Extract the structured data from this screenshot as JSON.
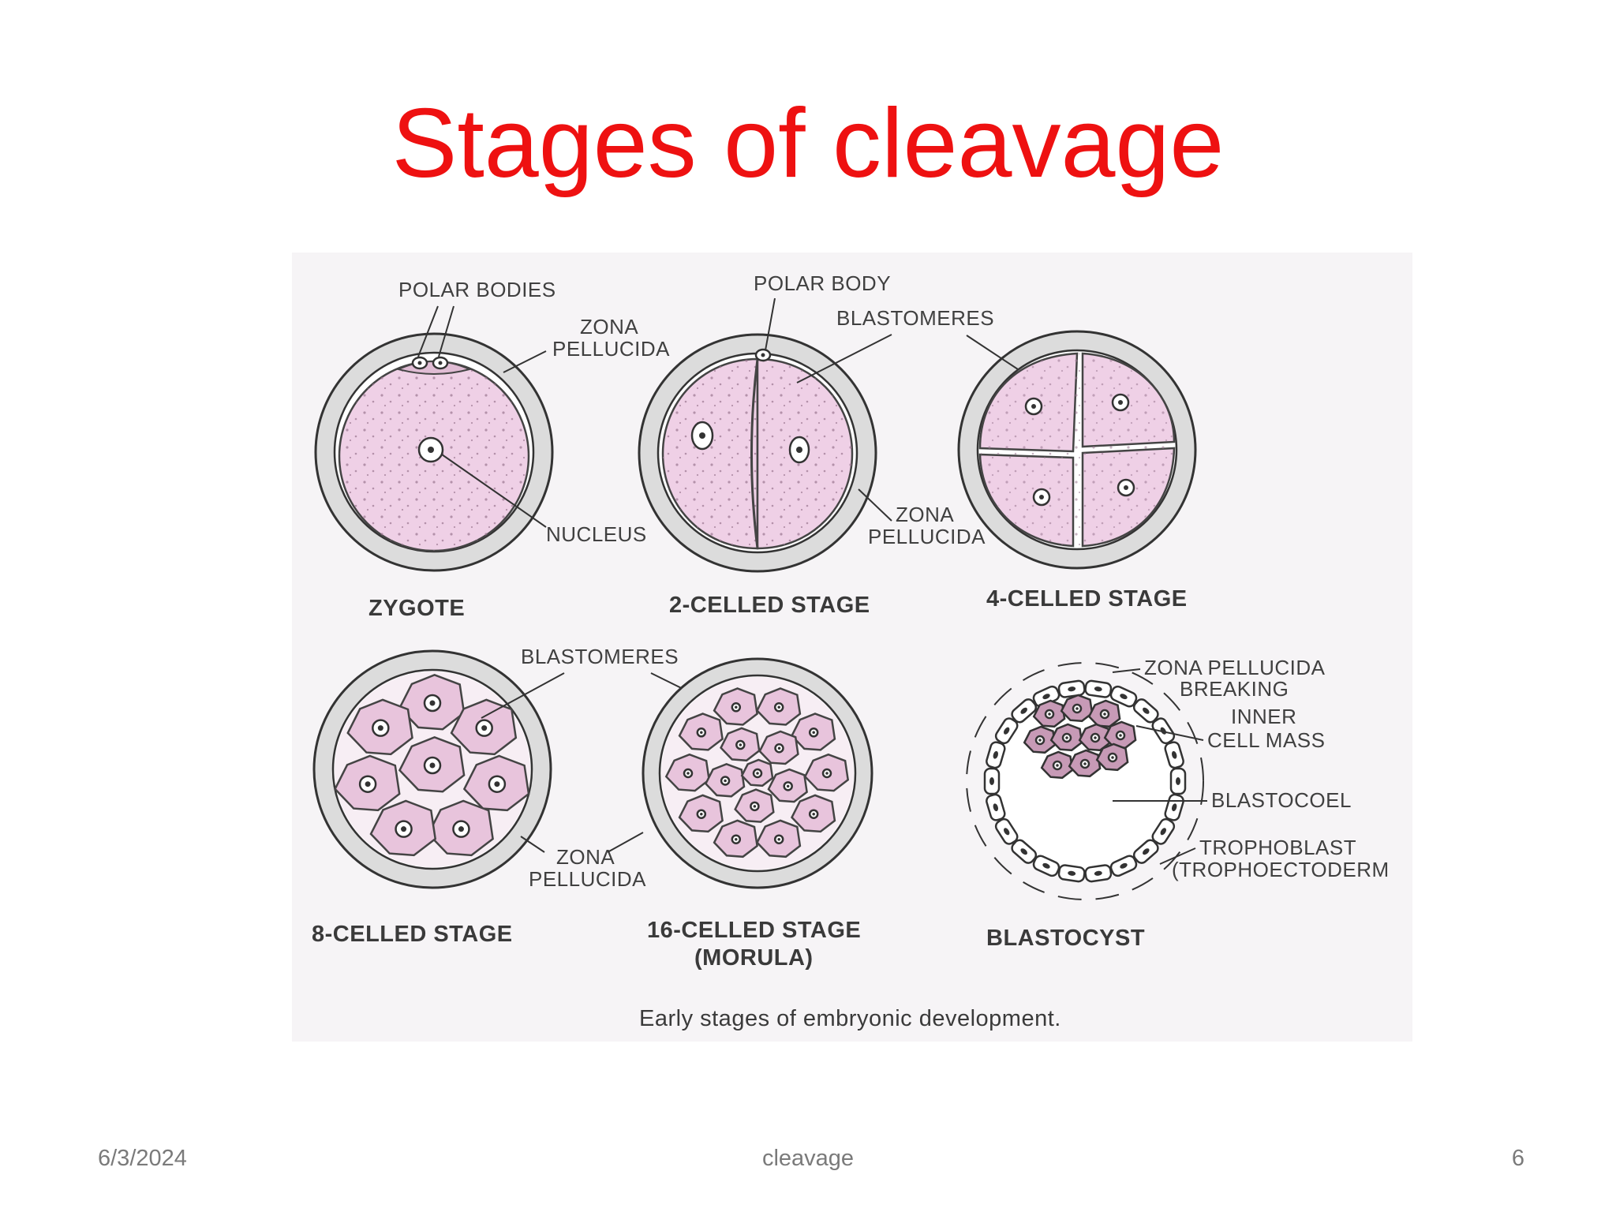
{
  "slide": {
    "title": "Stages of cleavage"
  },
  "figure": {
    "labels": {
      "polar_bodies": "POLAR BODIES",
      "zona_1": "ZONA",
      "pellucida_1": "PELLUCIDA",
      "nucleus": "NUCLEUS",
      "polar_body": "POLAR BODY",
      "blastomeres_1": "BLASTOMERES",
      "zona_2": "ZONA",
      "pellucida_2": "PELLUCIDA",
      "blastomeres_2": "BLASTOMERES",
      "zona_3": "ZONA",
      "pellucida_3": "PELLUCIDA",
      "zona_pellucida_breaking_1": "ZONA PELLUCIDA",
      "zona_pellucida_breaking_2": "BREAKING",
      "inner_cell_mass_1": "INNER",
      "inner_cell_mass_2": "CELL MASS",
      "blastocoel": "BLASTOCOEL",
      "trophoblast_1": "TROPHOBLAST",
      "trophoblast_2": "(TROPHOECTODERM"
    },
    "stages": {
      "zygote": "ZYGOTE",
      "two_celled": "2-CELLED STAGE",
      "four_celled": "4-CELLED STAGE",
      "eight_celled": "8-CELLED STAGE",
      "sixteen_celled": "16-CELLED STAGE",
      "morula": "(MORULA)",
      "blastocyst": "BLASTOCYST"
    },
    "caption": "Early stages of embryonic development."
  },
  "footer": {
    "date": "6/3/2024",
    "center": "cleavage",
    "page": "6"
  }
}
